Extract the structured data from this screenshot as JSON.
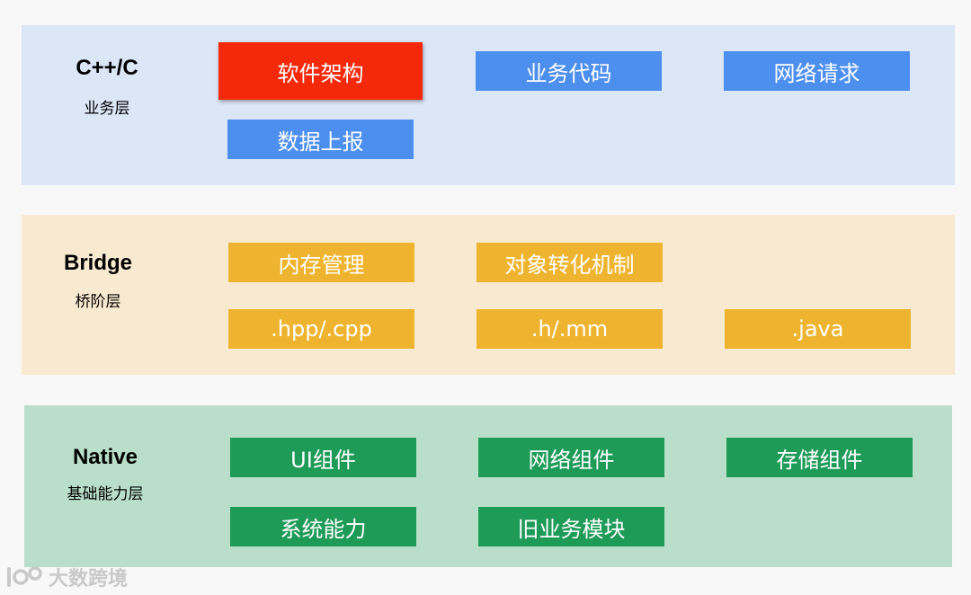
{
  "layers": [
    {
      "title": "C++/C",
      "subtitle": "业务层",
      "modules": [
        "软件架构",
        "业务代码",
        "网络请求",
        "数据上报"
      ]
    },
    {
      "title": "Bridge",
      "subtitle": "桥阶层",
      "modules": [
        "内存管理",
        "对象转化机制",
        ".hpp/.cpp",
        ".h/.mm",
        ".java"
      ]
    },
    {
      "title": "Native",
      "subtitle": "基础能力层",
      "modules": [
        "UI组件",
        "网络组件",
        "存储组件",
        "系统能力",
        "旧业务模块"
      ]
    }
  ],
  "colors": {
    "layer1_bg": "#dbe6f7",
    "layer2_bg": "#f8ead0",
    "layer3_bg": "#b9dec9",
    "blue_box": "#4d8fee",
    "highlight_box": "#f3290a",
    "yellow_box": "#efb42f",
    "green_box": "#1f9b58"
  },
  "watermark": {
    "text": "大数跨境",
    "icon": "brand-logo-icon"
  }
}
